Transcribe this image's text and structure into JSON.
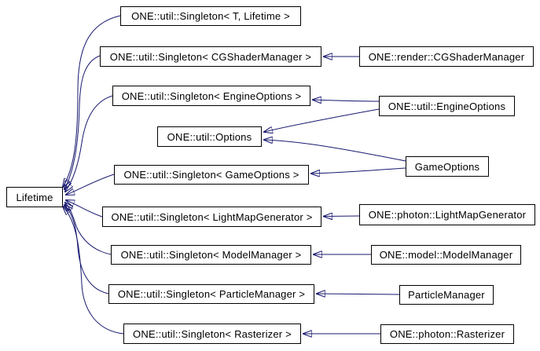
{
  "diagram": {
    "type": "class-inheritance-graph",
    "colors": {
      "edge": "#191970",
      "box_border": "#000000",
      "box_fill": "#ffffff",
      "text": "#000000",
      "background": "#ffffff"
    },
    "nodes": {
      "singleton_t_lifetime": {
        "label": "ONE::util::Singleton< T, Lifetime >"
      },
      "singleton_cgshadermanager": {
        "label": "ONE::util::Singleton< CGShaderManager >"
      },
      "render_cgshadermanager": {
        "label": "ONE::render::CGShaderManager"
      },
      "singleton_engineoptions": {
        "label": "ONE::util::Singleton< EngineOptions >"
      },
      "util_engineoptions": {
        "label": "ONE::util::EngineOptions"
      },
      "util_options": {
        "label": "ONE::util::Options"
      },
      "singleton_gameoptions": {
        "label": "ONE::util::Singleton< GameOptions >"
      },
      "gameoptions": {
        "label": "GameOptions"
      },
      "lifetime": {
        "label": "Lifetime"
      },
      "singleton_lightmapgenerator": {
        "label": "ONE::util::Singleton< LightMapGenerator >"
      },
      "photon_lightmapgenerator": {
        "label": "ONE::photon::LightMapGenerator"
      },
      "singleton_modelmanager": {
        "label": "ONE::util::Singleton< ModelManager >"
      },
      "model_modelmanager": {
        "label": "ONE::model::ModelManager"
      },
      "singleton_particlemanager": {
        "label": "ONE::util::Singleton< ParticleManager >"
      },
      "particlemanager": {
        "label": "ParticleManager"
      },
      "singleton_rasterizer": {
        "label": "ONE::util::Singleton< Rasterizer >"
      },
      "photon_rasterizer": {
        "label": "ONE::photon::Rasterizer"
      }
    },
    "edges": [
      {
        "from": "singleton_t_lifetime",
        "to": "lifetime"
      },
      {
        "from": "singleton_cgshadermanager",
        "to": "lifetime"
      },
      {
        "from": "singleton_engineoptions",
        "to": "lifetime"
      },
      {
        "from": "singleton_gameoptions",
        "to": "lifetime"
      },
      {
        "from": "singleton_lightmapgenerator",
        "to": "lifetime"
      },
      {
        "from": "singleton_modelmanager",
        "to": "lifetime"
      },
      {
        "from": "singleton_particlemanager",
        "to": "lifetime"
      },
      {
        "from": "singleton_rasterizer",
        "to": "lifetime"
      },
      {
        "from": "render_cgshadermanager",
        "to": "singleton_cgshadermanager"
      },
      {
        "from": "util_engineoptions",
        "to": "singleton_engineoptions"
      },
      {
        "from": "util_engineoptions",
        "to": "util_options"
      },
      {
        "from": "gameoptions",
        "to": "util_options"
      },
      {
        "from": "gameoptions",
        "to": "singleton_gameoptions"
      },
      {
        "from": "photon_lightmapgenerator",
        "to": "singleton_lightmapgenerator"
      },
      {
        "from": "model_modelmanager",
        "to": "singleton_modelmanager"
      },
      {
        "from": "particlemanager",
        "to": "singleton_particlemanager"
      },
      {
        "from": "photon_rasterizer",
        "to": "singleton_rasterizer"
      }
    ]
  }
}
